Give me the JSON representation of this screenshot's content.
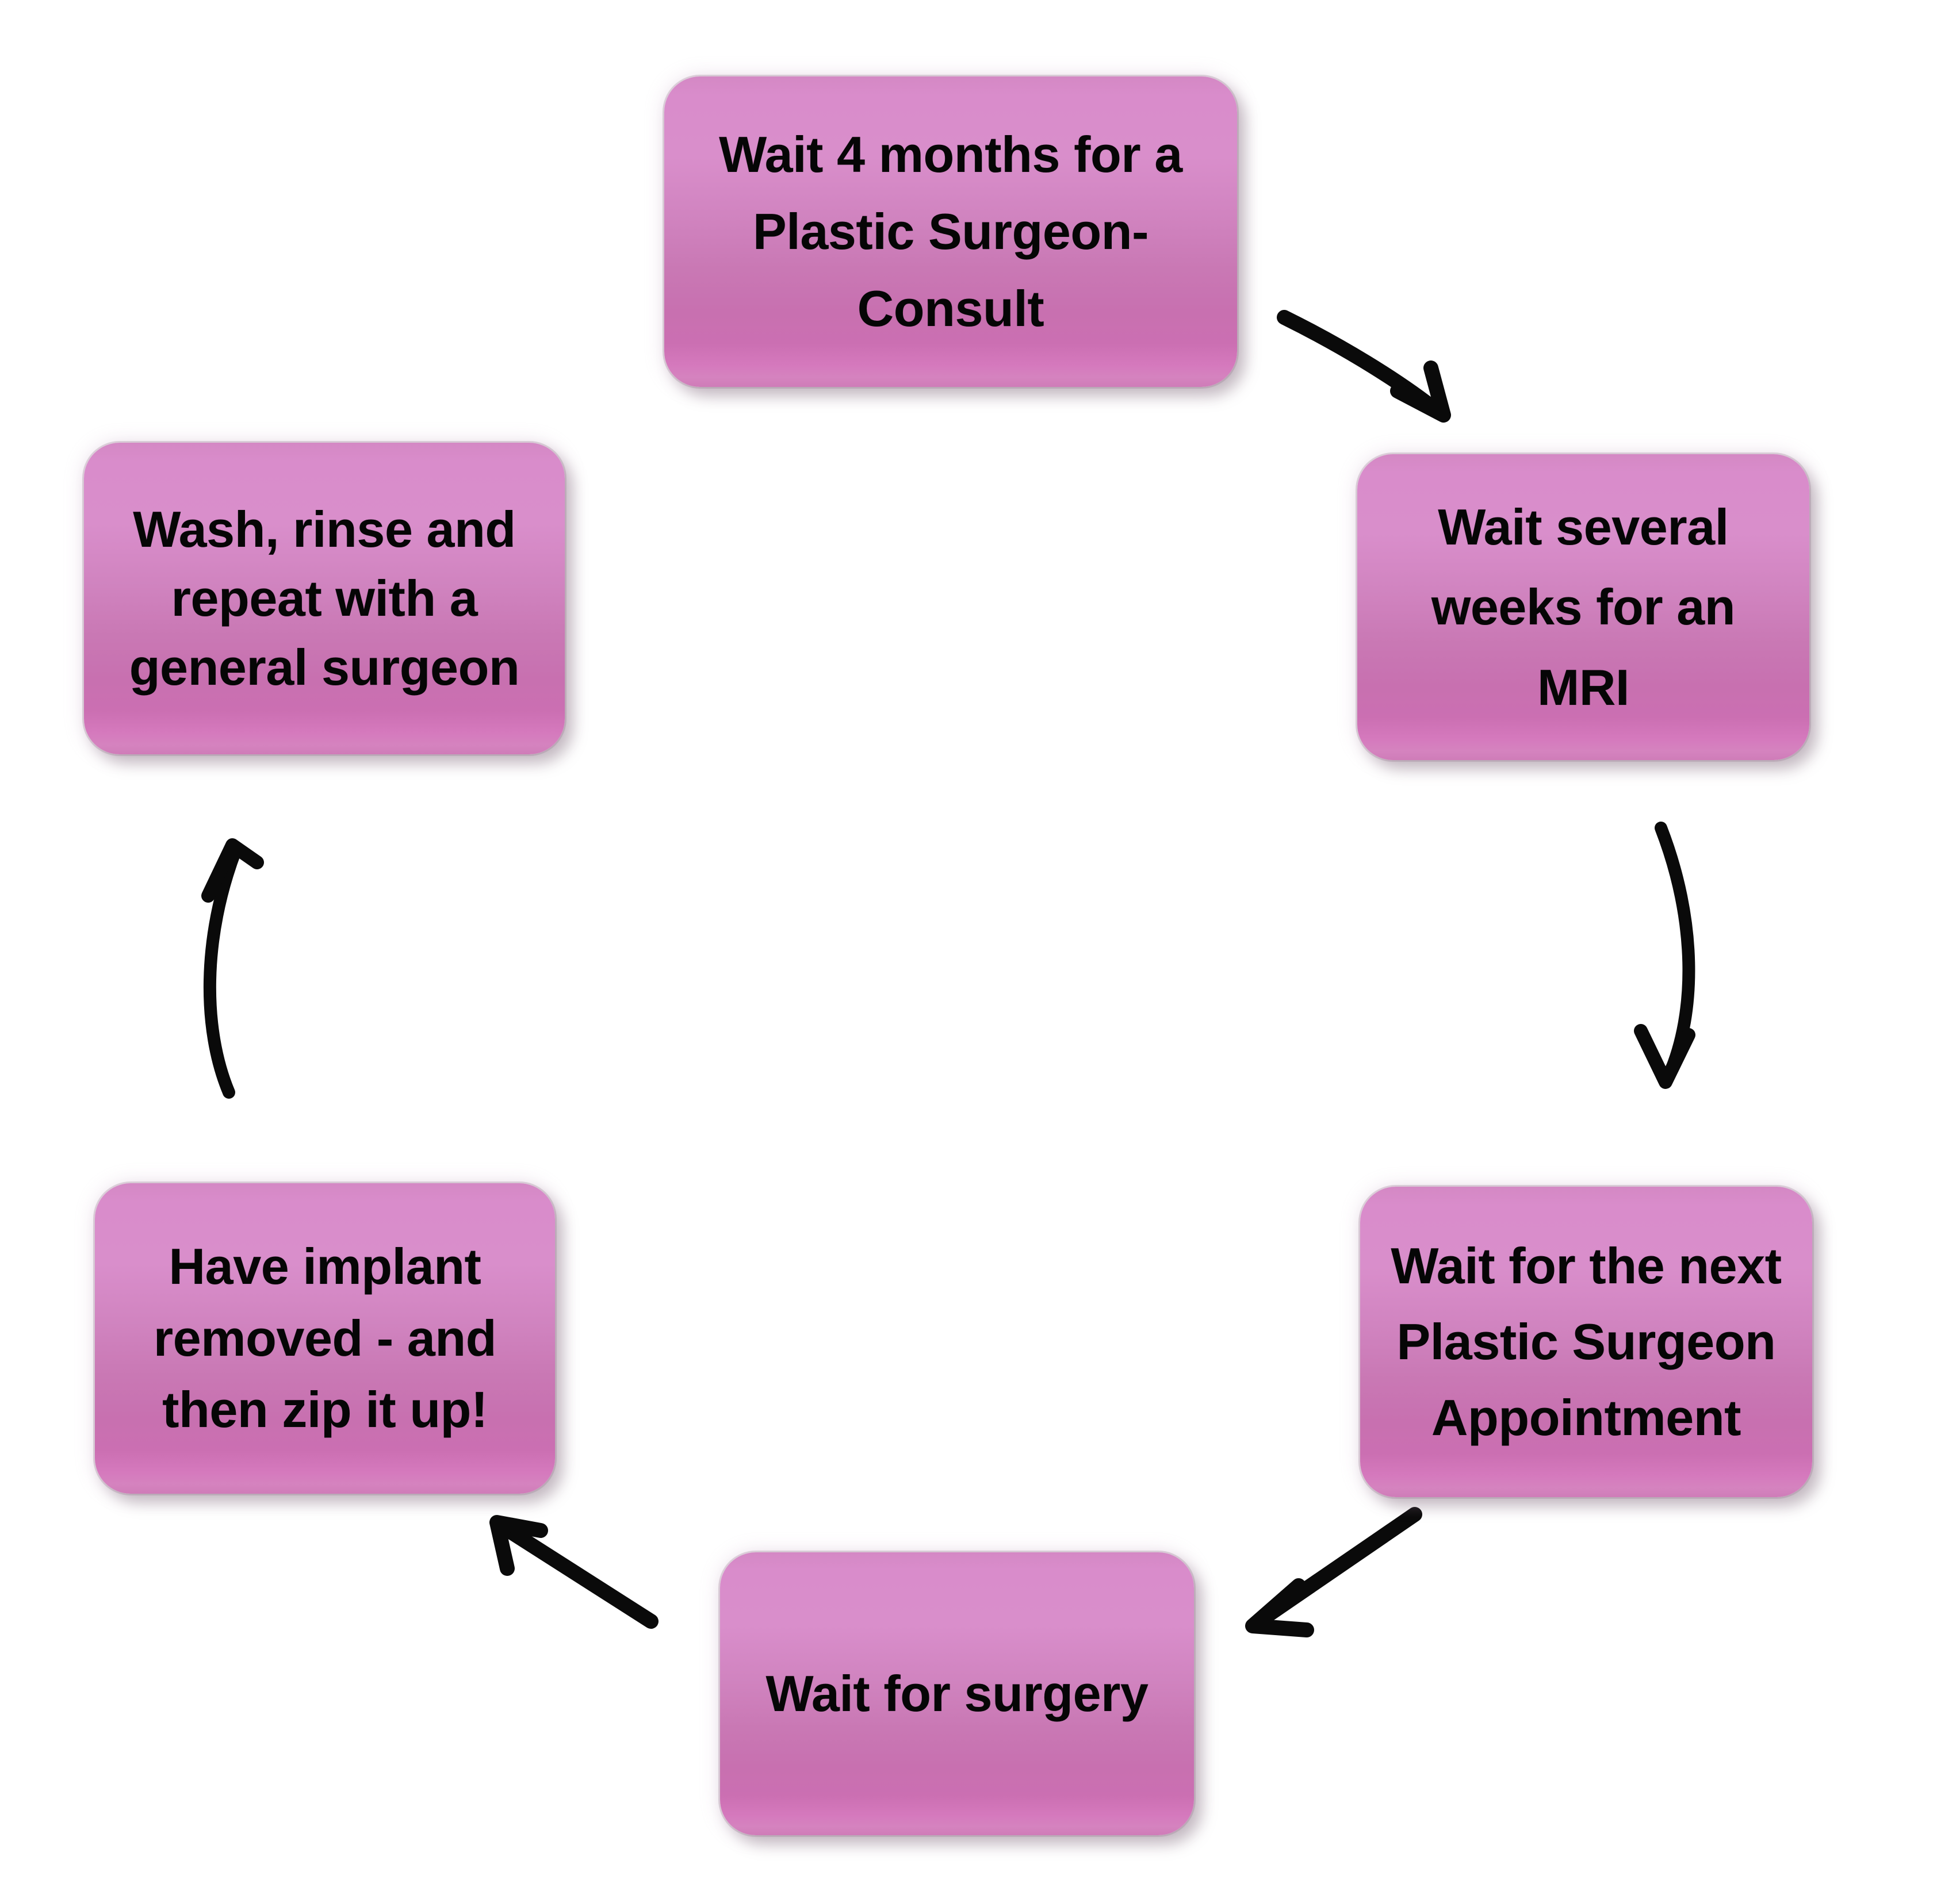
{
  "diagram": {
    "type": "cycle-flow",
    "title": "",
    "background_color": "#ffffff",
    "node_fill_color": "#d184c2",
    "node_text_color": "#060606",
    "arrow_color": "#0a0a0a",
    "direction": "clockwise",
    "nodes": [
      {
        "id": "plastic-surgeon-consult",
        "text": "Wait 4 months for a\nPlastic Surgeon-\nConsult",
        "position": "top-center"
      },
      {
        "id": "mri-wait",
        "text": "Wait several\nweeks for an\nMRI",
        "position": "right-upper"
      },
      {
        "id": "next-appointment",
        "text": "Wait for the next\nPlastic Surgeon\nAppointment",
        "position": "right-lower"
      },
      {
        "id": "wait-for-surgery",
        "text": "Wait for surgery",
        "position": "bottom-center"
      },
      {
        "id": "implant-removed",
        "text": "Have implant\nremoved - and\nthen zip it up!",
        "position": "left-lower"
      },
      {
        "id": "wash-rinse-repeat",
        "text": "Wash, rinse and\nrepeat with a\ngeneral surgeon",
        "position": "left-upper"
      }
    ],
    "edges": [
      {
        "from": "plastic-surgeon-consult",
        "to": "mri-wait",
        "style": "curved-arrow",
        "direction": "down-right"
      },
      {
        "from": "mri-wait",
        "to": "next-appointment",
        "style": "curved-arrow",
        "direction": "down"
      },
      {
        "from": "next-appointment",
        "to": "wait-for-surgery",
        "style": "straight-arrow",
        "direction": "down-left"
      },
      {
        "from": "wait-for-surgery",
        "to": "implant-removed",
        "style": "straight-arrow",
        "direction": "up-left"
      },
      {
        "from": "implant-removed",
        "to": "wash-rinse-repeat",
        "style": "curved-arrow",
        "direction": "up"
      }
    ]
  }
}
